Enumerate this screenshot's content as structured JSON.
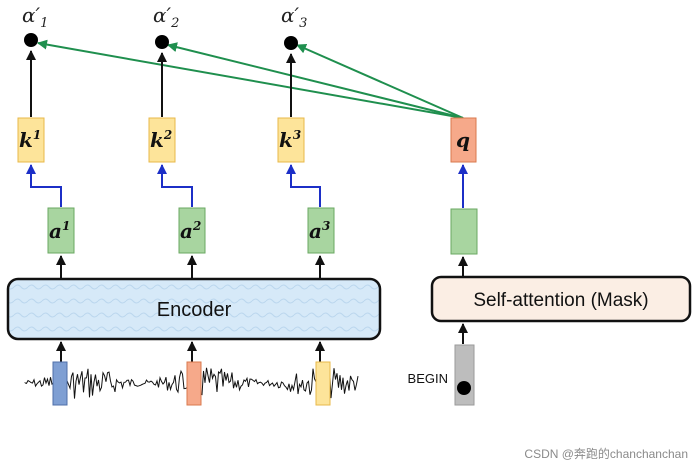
{
  "alphas": [
    {
      "base": "α",
      "prime": "′",
      "sub": "1"
    },
    {
      "base": "α",
      "prime": "′",
      "sub": "2"
    },
    {
      "base": "α",
      "prime": "′",
      "sub": "3"
    }
  ],
  "keys": [
    {
      "base": "k",
      "sup": "1"
    },
    {
      "base": "k",
      "sup": "2"
    },
    {
      "base": "k",
      "sup": "3"
    }
  ],
  "encodings": [
    {
      "base": "a",
      "sup": "1"
    },
    {
      "base": "a",
      "sup": "2"
    },
    {
      "base": "a",
      "sup": "3"
    }
  ],
  "query": {
    "label": "q"
  },
  "encoder": {
    "label": "Encoder"
  },
  "self_attention": {
    "label": "Self-attention (Mask)"
  },
  "begin": {
    "label": "BEGIN"
  },
  "watermark": "CSDN @奔跑的chanchanchan",
  "colors": {
    "key_fill": "#fde49a",
    "key_stroke": "#e8b84a",
    "enc_fill": "#a8d5a0",
    "enc_stroke": "#6aa862",
    "query_fill": "#f6a98a",
    "query_stroke": "#d9794e",
    "encoder_fill": "#d6e9f8",
    "selfattn_fill": "#fbeee4",
    "begin_fill": "#bdbdbd",
    "green_line": "#1f8f4e",
    "blue_arrow": "#1c2fc7"
  }
}
